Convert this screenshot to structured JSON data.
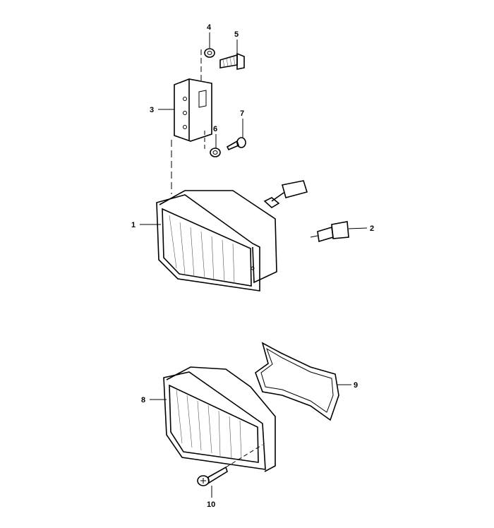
{
  "diagram": {
    "type": "exploded parts diagram",
    "part_labels": [
      "1",
      "2",
      "3",
      "4",
      "5",
      "6",
      "7",
      "8",
      "9",
      "10"
    ],
    "ink_color": "#000000",
    "background": "#ffffff"
  }
}
